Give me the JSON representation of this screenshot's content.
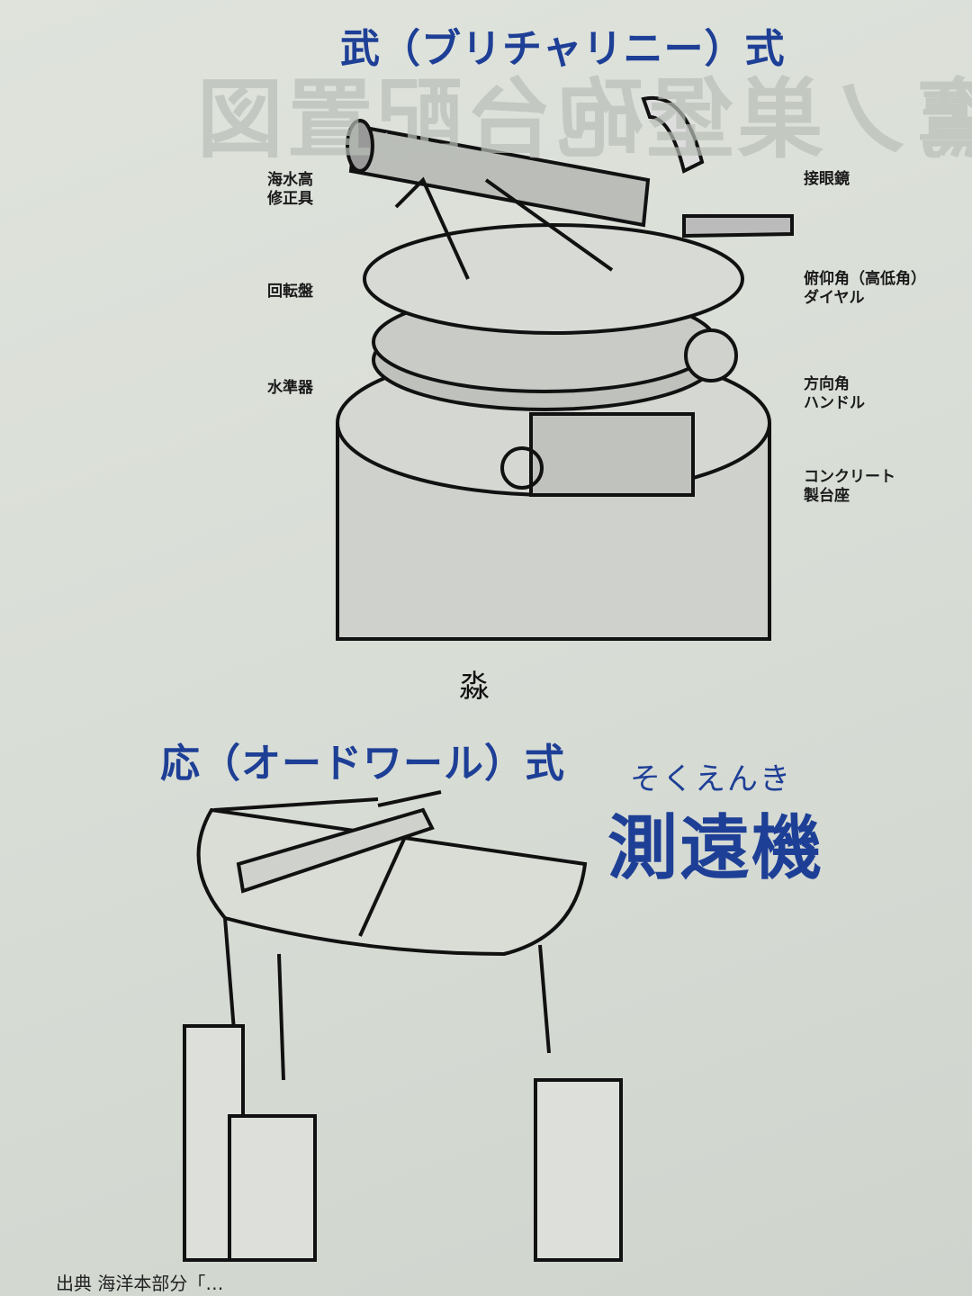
{
  "background_showthrough": "鷹ノ巣堡砲台配置図",
  "top_section": {
    "title": "武（ブリチャリニー）式",
    "labels": {
      "sea_level_corrector": "海水高\n修正具",
      "eyepiece": "接眼鏡",
      "rotating_plate": "回転盤",
      "elevation_dial": "俯仰角（高低角）\nダイヤル",
      "level": "水準器",
      "azimuth_handle": "方向角\nハンドル",
      "concrete_base": "コンクリート\n製台座"
    }
  },
  "separator": "淼",
  "bottom_section": {
    "title": "応（オードワール）式",
    "heading_ruby": "そくえんき",
    "heading": "測遠機"
  },
  "source_note": "出典 海洋本部分「…"
}
